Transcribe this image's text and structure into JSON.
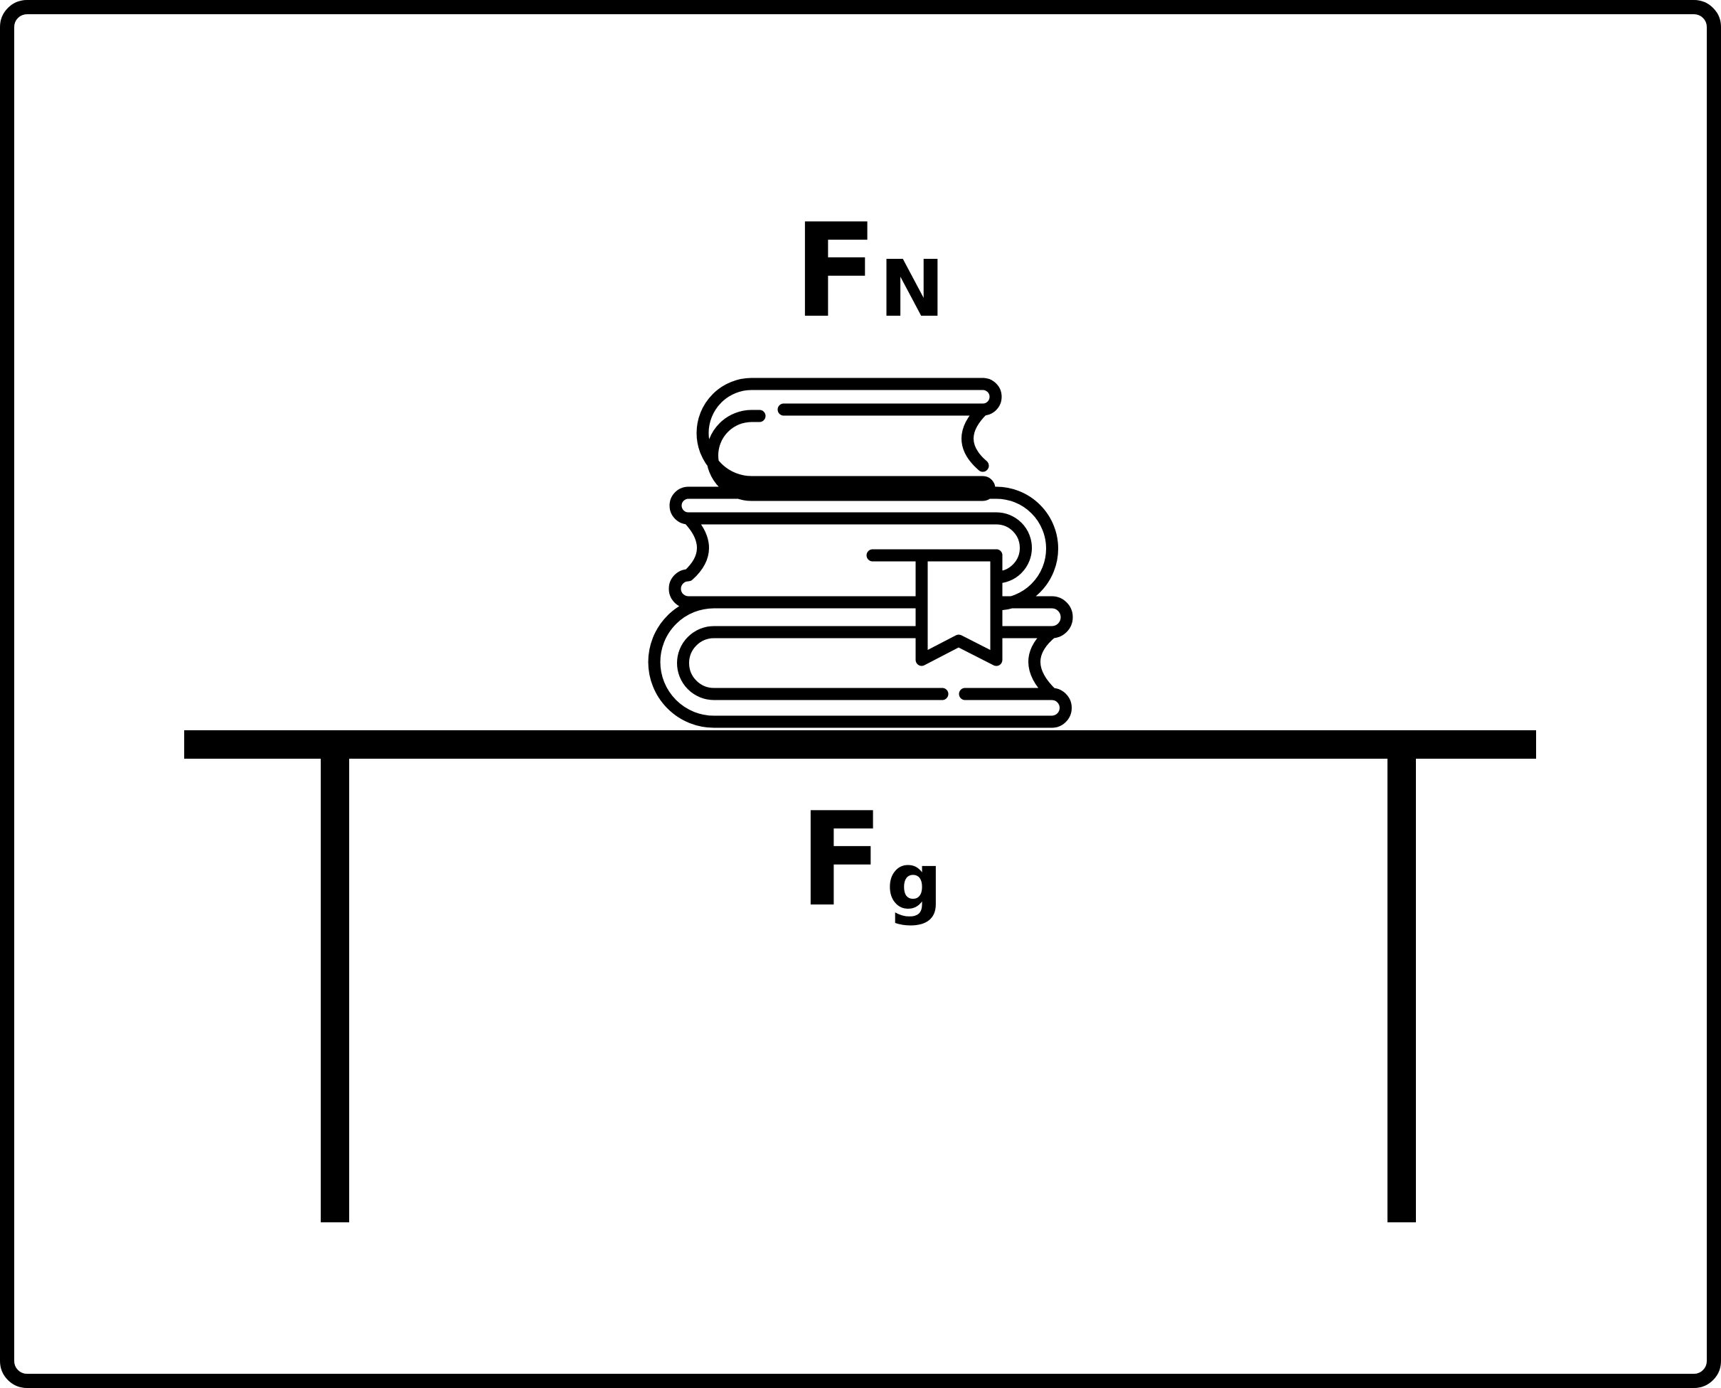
{
  "labels": {
    "normal_force": {
      "main": "F",
      "sub": "N"
    },
    "gravity_force": {
      "main": "F",
      "sub": "g"
    }
  },
  "icons": {
    "books": "stack-of-books-icon"
  },
  "colors": {
    "stroke": "#000000",
    "background": "#ffffff"
  }
}
